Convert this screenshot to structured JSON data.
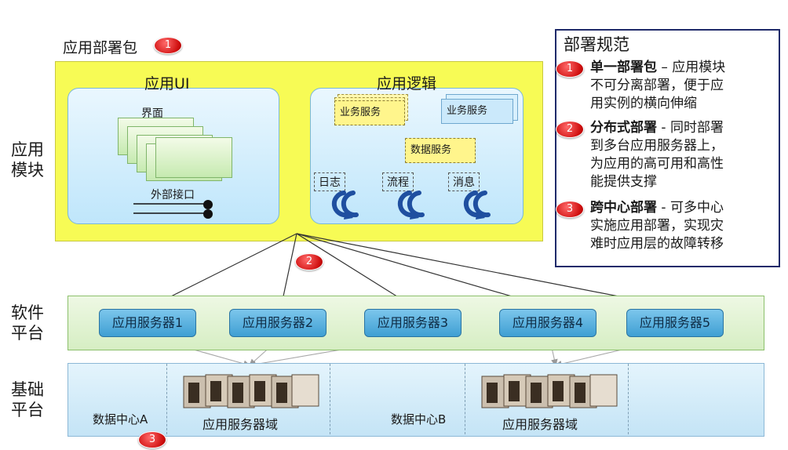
{
  "package_label": "应用部署包",
  "badges": {
    "b1": "1",
    "b2": "2",
    "b3": "3"
  },
  "rows": {
    "app_module": [
      "应用",
      "模块"
    ],
    "software_platform": [
      "软件",
      "平台"
    ],
    "base_platform": [
      "基础",
      "平台"
    ]
  },
  "app_ui": {
    "title": "应用UI",
    "interface": "界面",
    "external_interface": "外部接口"
  },
  "app_logic": {
    "title": "应用逻辑",
    "business_service_1": "业务服务",
    "business_service_2": "业务服务",
    "data_service": "数据服务",
    "log": "日志",
    "flow": "流程",
    "message": "消息"
  },
  "servers": [
    "应用服务器1",
    "应用服务器2",
    "应用服务器3",
    "应用服务器4",
    "应用服务器5"
  ],
  "datacenters": {
    "a": "数据中心A",
    "b": "数据中心B"
  },
  "server_domain": "应用服务器域",
  "spec": {
    "title": "部署规范",
    "item1_head": "单一部署包",
    "item1_lines": [
      "– 应用模块",
      "不可分离部署，便于应",
      "用实例的横向伸缩"
    ],
    "item2_head": "分布式部署",
    "item2_lines": [
      "- 同时部署",
      "到多台应用服务器上，",
      "为应用的高可用和高性",
      "能提供支撑"
    ],
    "item3_head": "跨中心部署",
    "item3_lines": [
      "- 可多中心",
      "实施应用部署，实现灾",
      "难时应用层的故障转移"
    ]
  },
  "colors": {
    "badge": "#d01010",
    "package": "#f7fb55",
    "server": "#3f9fd3",
    "spec_border": "#1f2a6a"
  }
}
